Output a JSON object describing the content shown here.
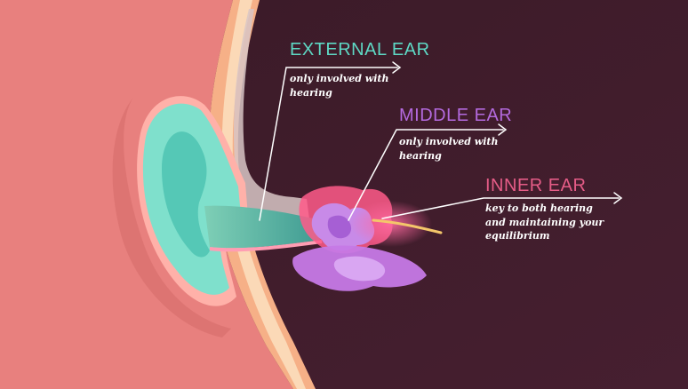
{
  "colors": {
    "background": "#3e1d2b",
    "skin": "#e8807e",
    "external_accent": "#5ed9c5",
    "middle_accent": "#b46adf",
    "inner_accent": "#e55c87"
  },
  "labels": {
    "external": {
      "title": "EXTERNAL EAR",
      "lines": [
        "only involved with",
        "hearing"
      ]
    },
    "middle": {
      "title": "MIDDLE EAR",
      "lines": [
        "only involved with",
        "hearing"
      ]
    },
    "inner": {
      "title": "INNER EAR",
      "lines": [
        "key to both hearing",
        "and maintaining your",
        "equilibrium"
      ]
    }
  }
}
